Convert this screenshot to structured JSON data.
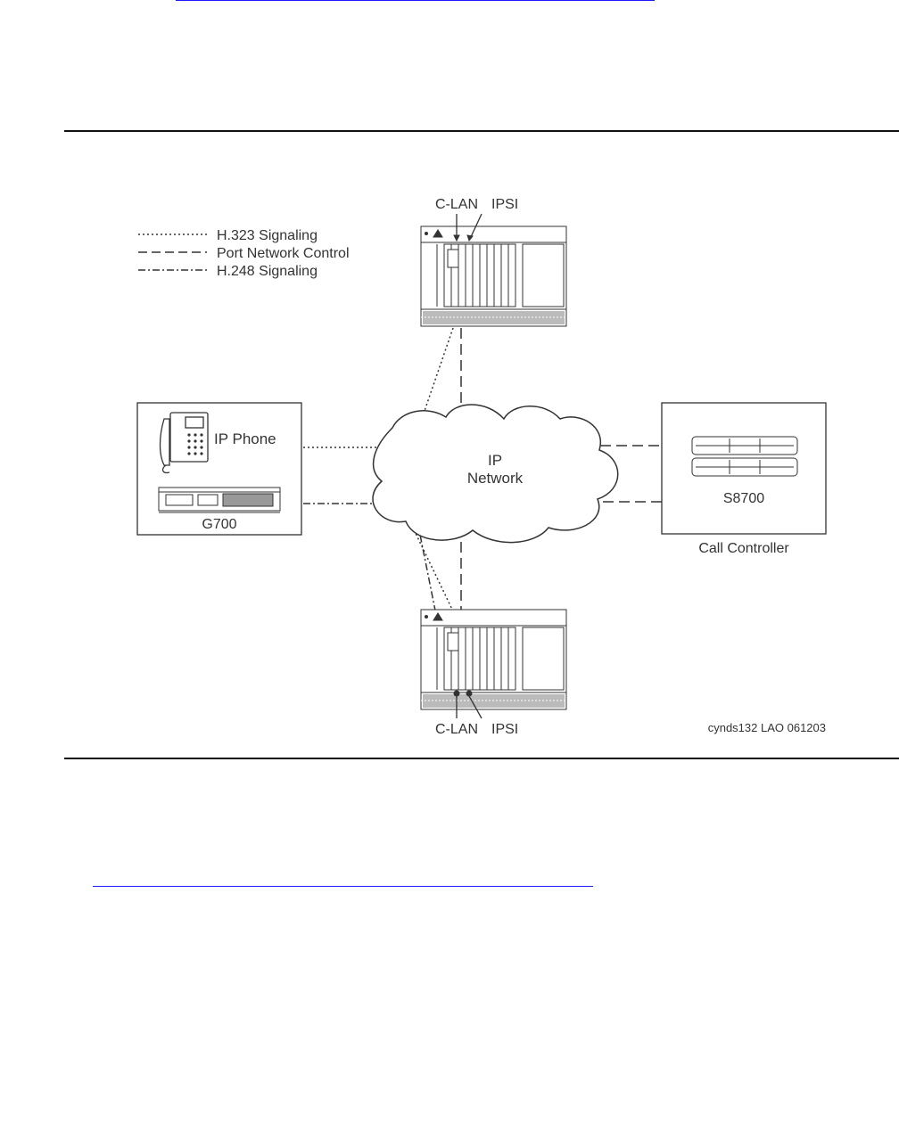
{
  "legend": {
    "h323": "H.323 Signaling",
    "pnc": "Port Network Control",
    "h248": "H.248 Signaling"
  },
  "top_cabinet": {
    "clan": "C-LAN",
    "ipsi": "IPSI"
  },
  "bottom_cabinet": {
    "clan": "C-LAN",
    "ipsi": "IPSI"
  },
  "left_box": {
    "ip_phone": "IP Phone",
    "gateway": "G700"
  },
  "cloud": {
    "line1": "IP",
    "line2": "Network"
  },
  "right_box": {
    "server": "S8700",
    "caption": "Call Controller"
  },
  "figure_id": "cynds132 LAO 061203",
  "colors": {
    "link": "#1a1aff",
    "rule": "#111111",
    "line": "#333333"
  }
}
